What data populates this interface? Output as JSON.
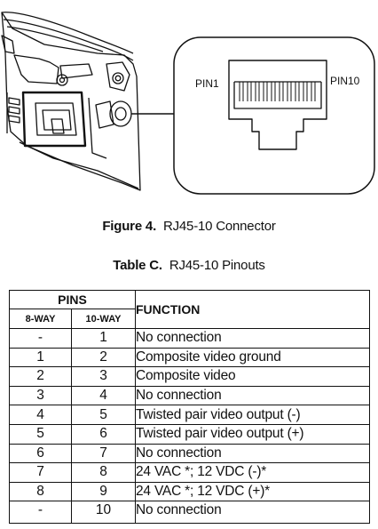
{
  "figure": {
    "pin_left_label": "PIN1",
    "pin_right_label": "PIN10",
    "caption_prefix": "Figure 4.",
    "caption_text": "RJ45-10 Connector"
  },
  "table": {
    "caption_prefix": "Table C.",
    "caption_text": "RJ45-10 Pinouts",
    "header_pins": "PINS",
    "header_8way": "8-WAY",
    "header_10way": "10-WAY",
    "header_function": "FUNCTION",
    "rows": [
      {
        "way8": "-",
        "way10": "1",
        "function": "No connection"
      },
      {
        "way8": "1",
        "way10": "2",
        "function": "Composite video ground"
      },
      {
        "way8": "2",
        "way10": "3",
        "function": "Composite video"
      },
      {
        "way8": "3",
        "way10": "4",
        "function": "No connection"
      },
      {
        "way8": "4",
        "way10": "5",
        "function": "Twisted pair video output (-)"
      },
      {
        "way8": "5",
        "way10": "6",
        "function": "Twisted pair video output (+)"
      },
      {
        "way8": "6",
        "way10": "7",
        "function": "No connection"
      },
      {
        "way8": "7",
        "way10": "8",
        "function": "24 VAC *; 12 VDC (-)*"
      },
      {
        "way8": "8",
        "way10": "9",
        "function": "24 VAC *; 12 VDC (+)*"
      },
      {
        "way8": "-",
        "way10": "10",
        "function": "No connection"
      }
    ]
  }
}
